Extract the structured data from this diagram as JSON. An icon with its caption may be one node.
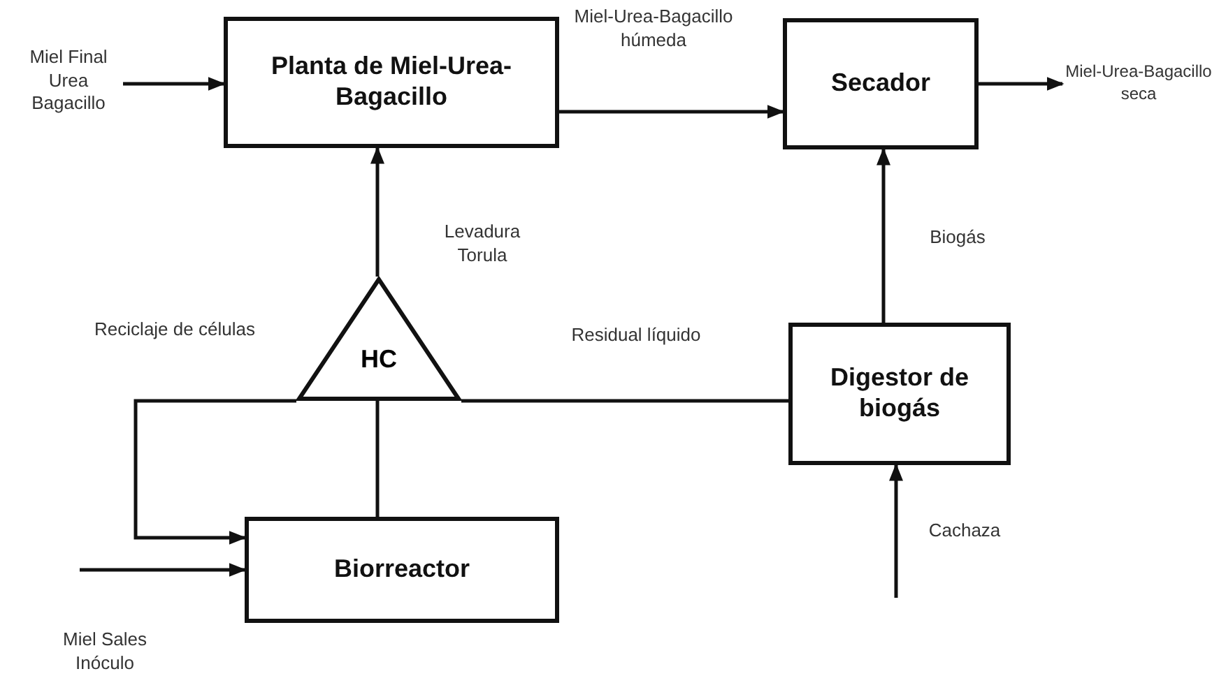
{
  "diagram": {
    "nodes": [
      {
        "text": [
          "Planta de Miel-Urea-Bagacillo"
        ]
      },
      {
        "text": [
          "Secador"
        ]
      },
      {
        "text": [
          "HC"
        ]
      },
      {
        "text": [
          "Digestor de biogás"
        ]
      },
      {
        "text": [
          "Biorreactor"
        ]
      },
      {
        "text": [
          "Miel Final Urea Bagacillo"
        ]
      },
      {
        "text": [
          "Miel-Urea-Bagacillo seca"
        ]
      },
      {
        "text": [
          "Miel Sales Inóculo"
        ]
      }
    ],
    "edges": [
      {
        "from": 5,
        "to": 0,
        "arrow": "to"
      },
      {
        "from": 0,
        "to": 1,
        "arrow": "to",
        "label": "Miel-Urea-Bagacillo húmeda"
      },
      {
        "from": 1,
        "to": 6,
        "arrow": "to"
      },
      {
        "from": 2,
        "to": 0,
        "arrow": "to",
        "label": "Levadura Torula"
      },
      {
        "from": 3,
        "to": 1,
        "arrow": "to",
        "label": "Biogás"
      },
      {
        "from": 2,
        "to": 3,
        "arrow": "none",
        "label": "Residual líquido"
      },
      {
        "from": 4,
        "to": 2,
        "arrow": "none"
      },
      {
        "from": 2,
        "to": 4,
        "arrow": "to",
        "label": "Reciclaje de células"
      },
      {
        "from": 7,
        "to": 4,
        "arrow": "to"
      },
      {
        "from": null,
        "to": 3,
        "arrow": "to",
        "label": "Cachaza"
      }
    ]
  }
}
